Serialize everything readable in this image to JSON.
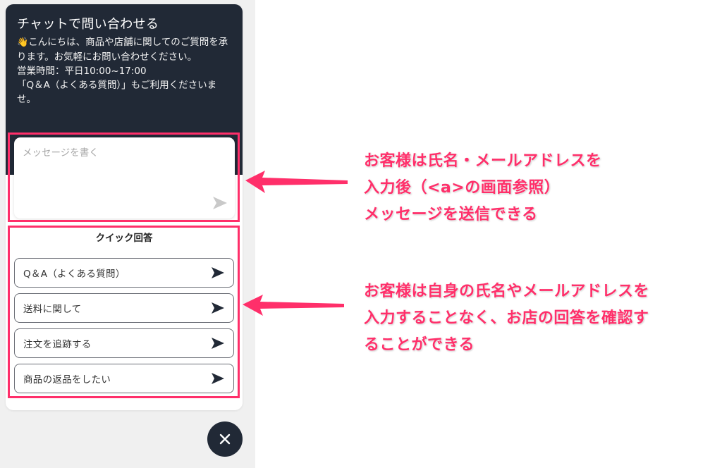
{
  "chat": {
    "header": {
      "title": "チャットで問い合わせる",
      "wave_icon": "👋",
      "intro": "こんにちは、商品や店舗に関してのご質問を承ります。お気軽にお問い合わせください。\n営業時間：平日10:00~17:00\n「Q＆A（よくある質問）」もご利用くださいませ。",
      "bg_color": "#212936"
    },
    "message": {
      "placeholder": "メッセージを書く",
      "value": "",
      "send_icon": "send-icon"
    },
    "quick_replies": {
      "title": "クイック回答",
      "items": [
        {
          "label": "Q＆A（よくある質問）",
          "icon": "send-arrow-icon"
        },
        {
          "label": "送料に関して",
          "icon": "send-arrow-icon"
        },
        {
          "label": "注文を追跡する",
          "icon": "send-arrow-icon"
        },
        {
          "label": "商品の返品をしたい",
          "icon": "send-arrow-icon"
        }
      ]
    },
    "close_button": {
      "icon": "close-icon"
    }
  },
  "annotations": {
    "color": "#ff2f6a",
    "note_1": "お客様は氏名・メールアドレスを\n入力後（<a>の画面参照）\nメッセージを送信できる",
    "note_2": "お客様は自身の氏名やメールアドレスを\n入力することなく、お店の回答を確認す\nることができる"
  }
}
